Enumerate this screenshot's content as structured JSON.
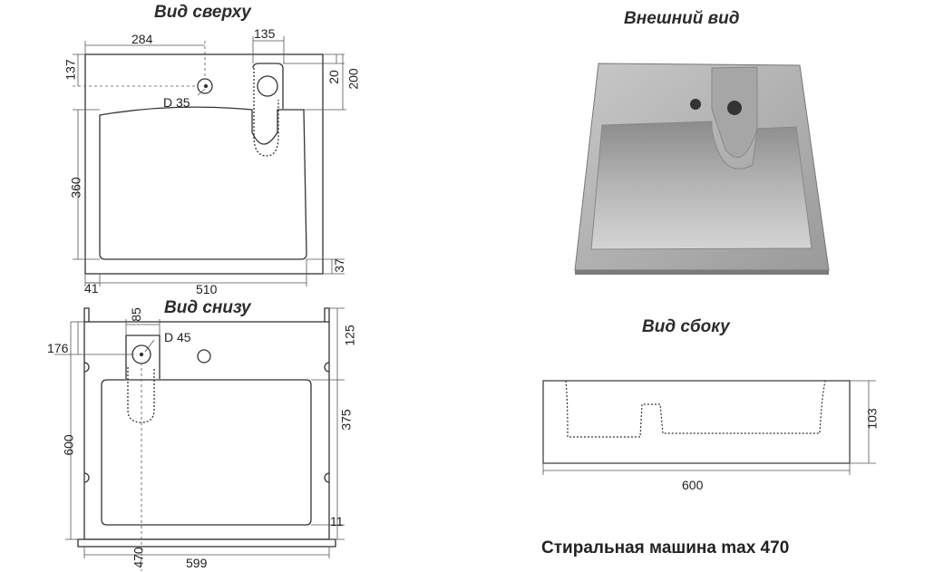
{
  "views": {
    "top": {
      "title": "Вид сверху"
    },
    "exterior": {
      "title": "Внешний вид"
    },
    "bottom": {
      "title": "Вид снизу"
    },
    "side": {
      "title": "Вид сбоку"
    }
  },
  "top_dims": {
    "width_284": "284",
    "width_135": "135",
    "h_137": "137",
    "h_20": "20",
    "h_200": "200",
    "hole": "D 35",
    "h_360": "360",
    "h_37": "37",
    "w_41": "41",
    "w_510": "510"
  },
  "bottom_dims": {
    "w_85": "85",
    "w_176": "176",
    "hole": "D 45",
    "h_125": "125",
    "h_375": "375",
    "h_600": "600",
    "h_11": "11",
    "w_470": "470",
    "w_599": "599"
  },
  "side_dims": {
    "h_103": "103",
    "w_600": "600"
  },
  "caption": "Стиральная машина max 470",
  "colors": {
    "line": "#333333",
    "sink_light": "#d9d9d9",
    "sink_dark": "#8a8a8a"
  }
}
